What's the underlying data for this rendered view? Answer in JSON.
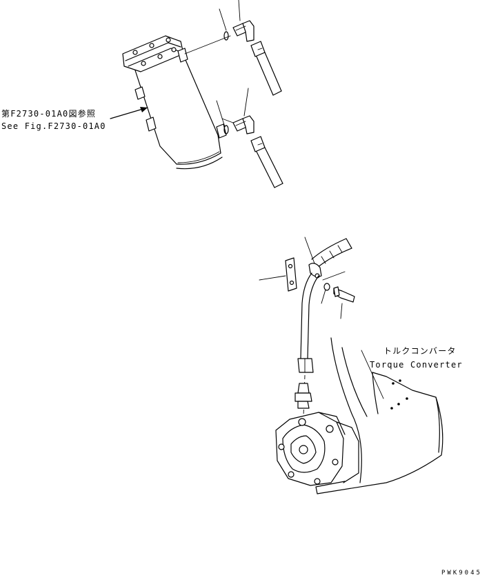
{
  "callouts": {
    "see_fig_jp": "第F2730-01A0図参照",
    "see_fig_en": "See Fig.F2730-01A0",
    "torque_converter_jp": "トルクコンバータ",
    "torque_converter_en": "Torque Converter"
  },
  "drawing_code": "PWK9045"
}
